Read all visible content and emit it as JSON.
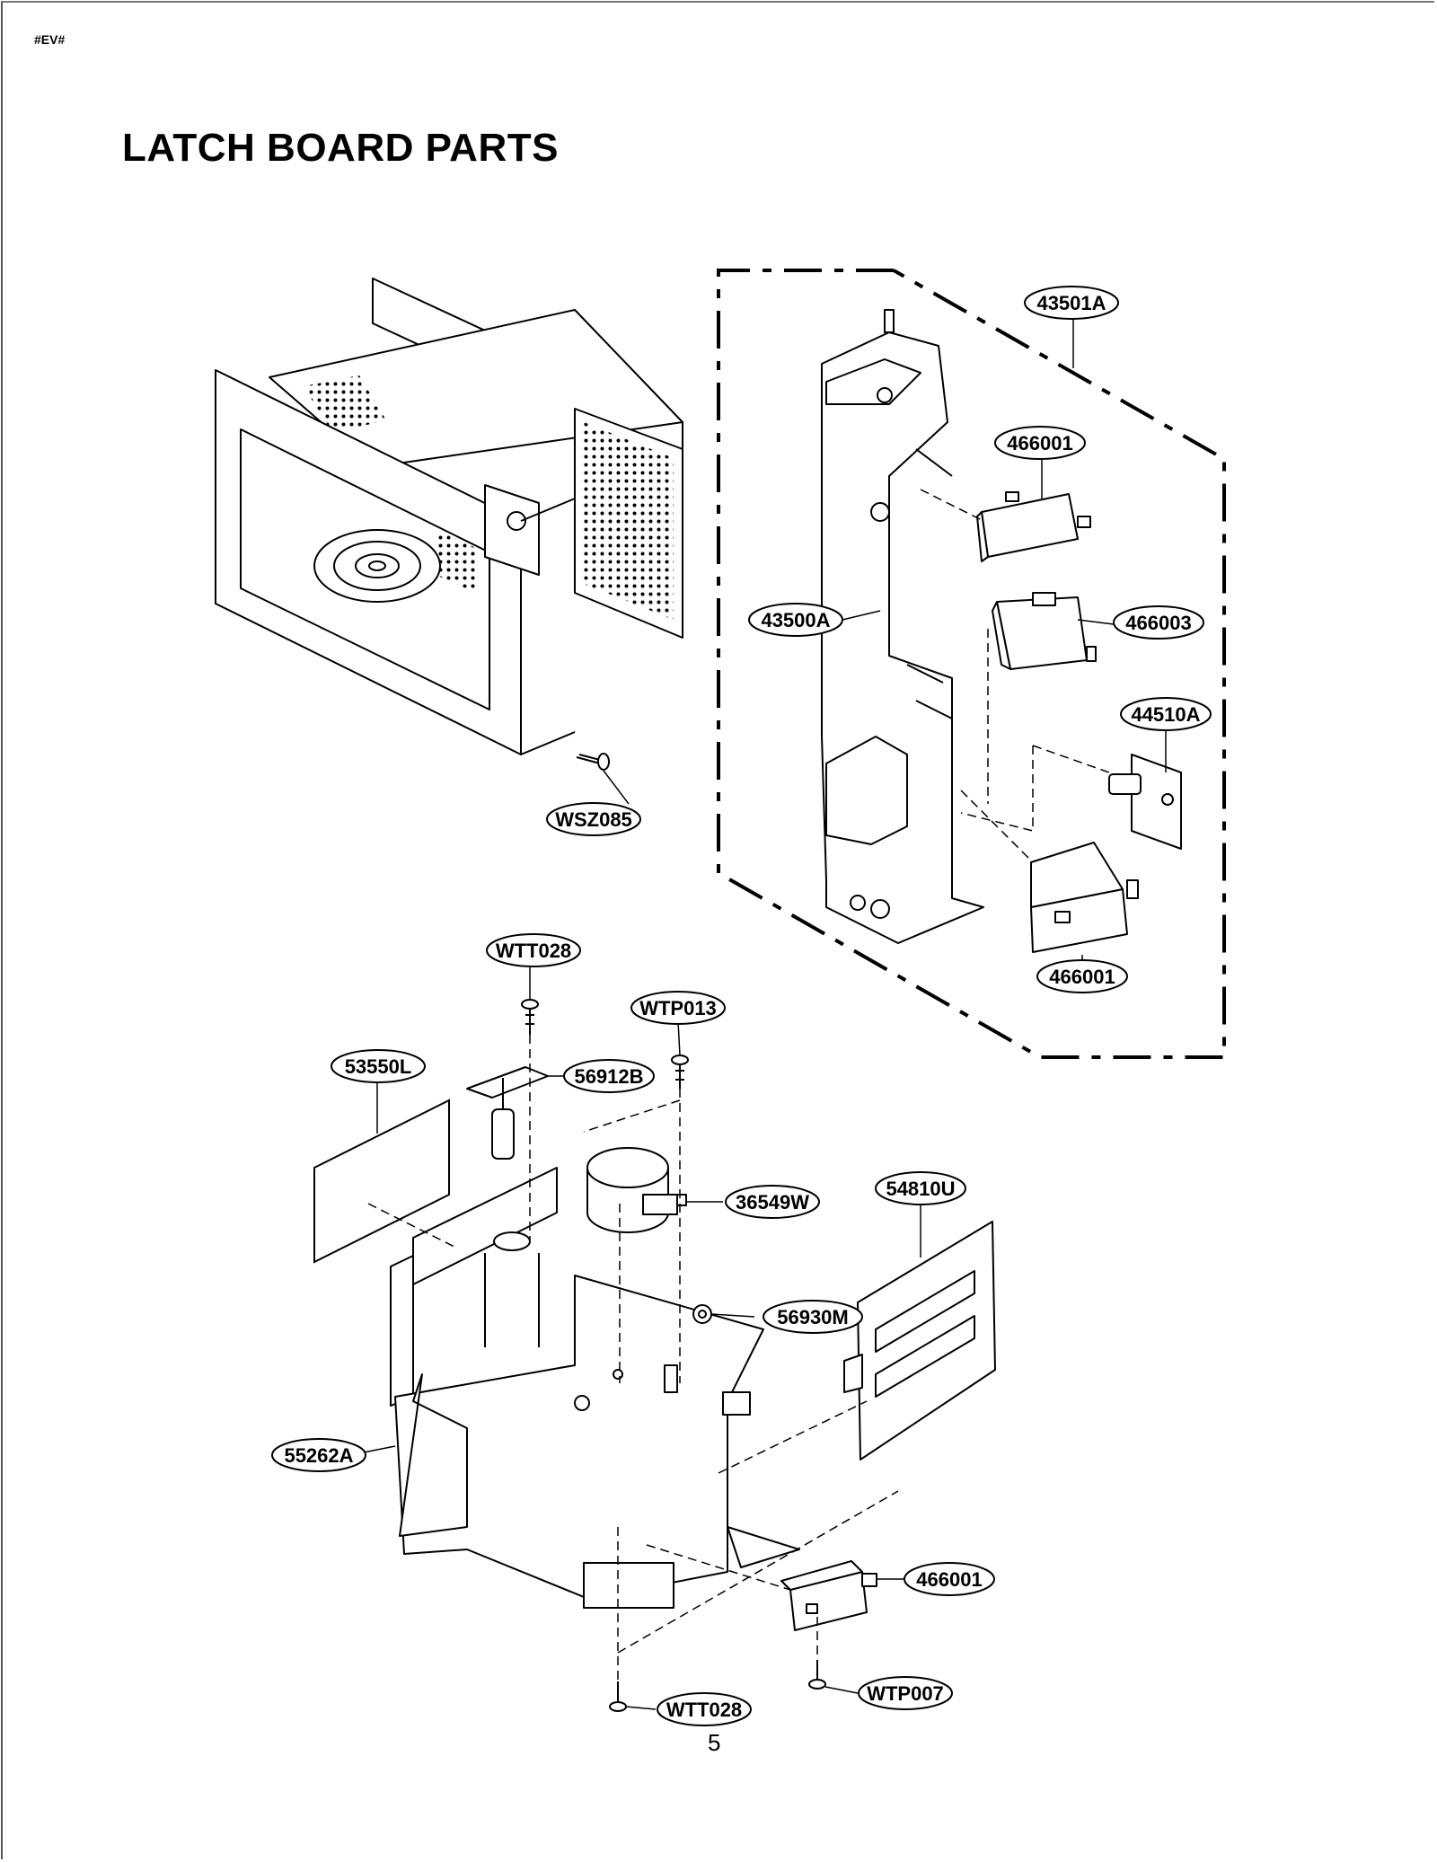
{
  "header": {
    "doc_code": "#EV#"
  },
  "title": "LATCH BOARD PARTS",
  "page_number": "5",
  "callouts": {
    "c43501A": "43501A",
    "c466001_a": "466001",
    "c43500A": "43500A",
    "c466003": "466003",
    "c44510A": "44510A",
    "c466001_b": "466001",
    "cWSZ085": "WSZ085",
    "cWTT028_a": "WTT028",
    "cWTP013": "WTP013",
    "c53550L": "53550L",
    "c56912B": "56912B",
    "c36549W": "36549W",
    "c54810U": "54810U",
    "c56930M": "56930M",
    "c55262A": "55262A",
    "c466001_c": "466001",
    "cWTT028_b": "WTT028",
    "cWTP007": "WTP007"
  }
}
